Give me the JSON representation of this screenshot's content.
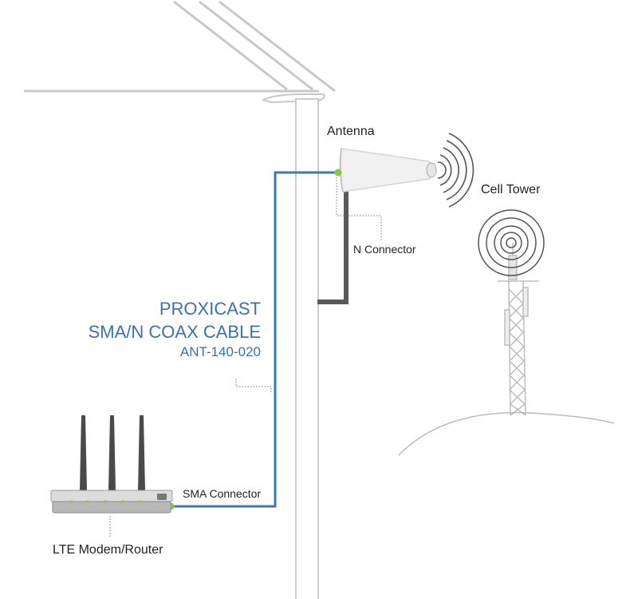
{
  "labels": {
    "antenna": "Antenna",
    "cell_tower": "Cell Tower",
    "n_connector": "N Connector",
    "sma_connector": "SMA Connector",
    "modem_router": "LTE Modem/Router"
  },
  "cable": {
    "brand": "PROXICAST",
    "name": "SMA/N COAX CABLE",
    "part_number": "ANT-140-020"
  },
  "colors": {
    "cable_blue": "#3b78b4",
    "cable_title_blue": "#3b72a8",
    "connector_green": "#8cc63f",
    "structure_gray": "#c8c8c8",
    "dark_cable": "#5a5a5a",
    "signal_wave": "#555555"
  },
  "icons": [
    "house-roof",
    "mast-pole",
    "yagi-antenna",
    "cell-tower",
    "signal-waves",
    "router",
    "hill"
  ]
}
